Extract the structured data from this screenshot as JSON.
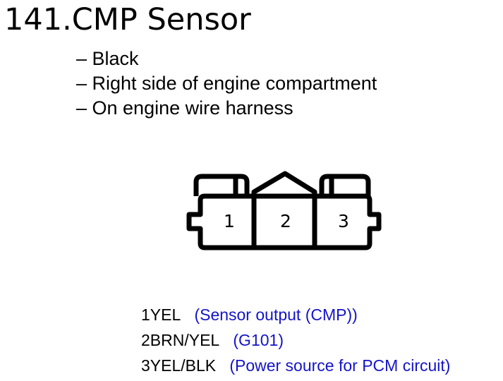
{
  "title": "141.CMP Sensor",
  "bullets": [
    "– Black",
    "– Right side of engine compartment",
    "– On engine wire harness"
  ],
  "connector": {
    "pin_numbers": [
      "1",
      "2",
      "3"
    ]
  },
  "pins": [
    {
      "id": "1YEL",
      "desc": "(Sensor output (CMP))"
    },
    {
      "id": "2BRN/YEL",
      "desc": "(G101)"
    },
    {
      "id": "3YEL/BLK",
      "desc": "(Power source for PCM circuit)"
    }
  ],
  "colors": {
    "description_text": "#1414c8",
    "text": "#000000"
  }
}
